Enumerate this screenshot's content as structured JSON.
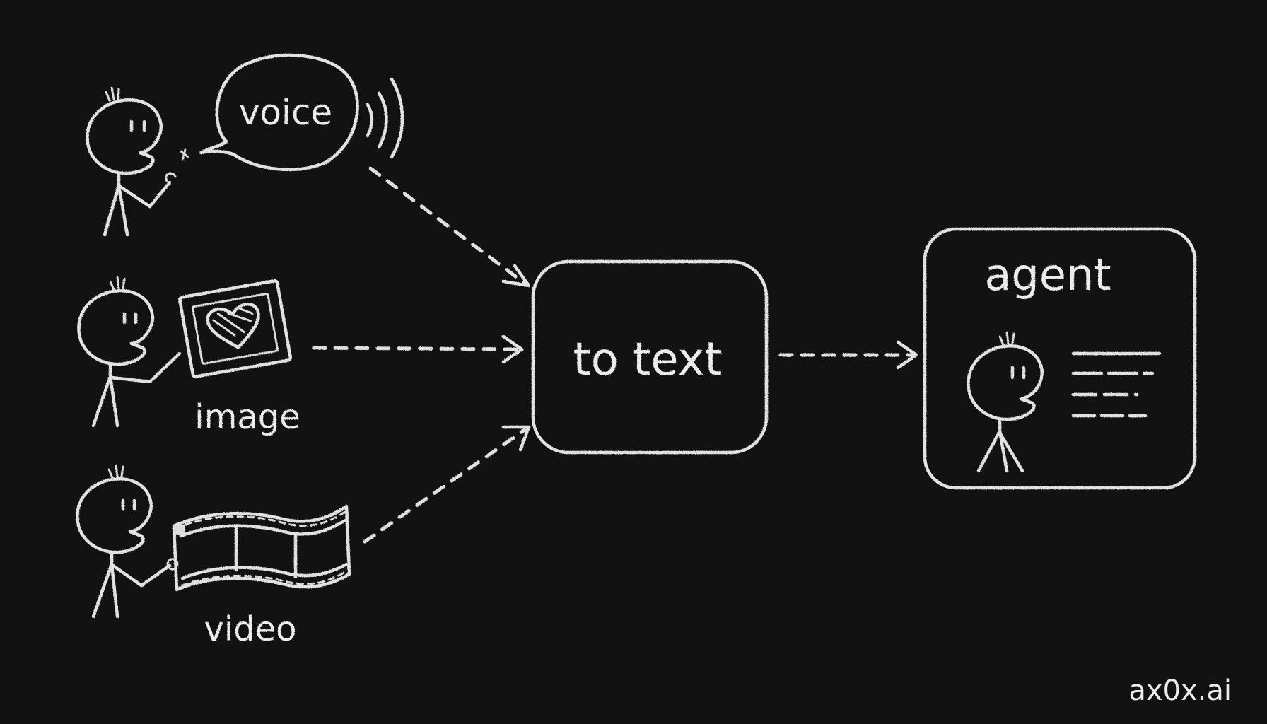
{
  "diagram": {
    "inputs": [
      {
        "id": "voice",
        "label": "voice"
      },
      {
        "id": "image",
        "label": "image"
      },
      {
        "id": "video",
        "label": "video"
      }
    ],
    "converter": {
      "label": "to text"
    },
    "agent": {
      "label": "agent"
    },
    "watermark": "ax0x.ai"
  },
  "icons": [
    "stick-figure-icon",
    "speech-bubble-icon",
    "sound-waves-icon",
    "picture-frame-icon",
    "heart-icon",
    "film-strip-icon"
  ]
}
